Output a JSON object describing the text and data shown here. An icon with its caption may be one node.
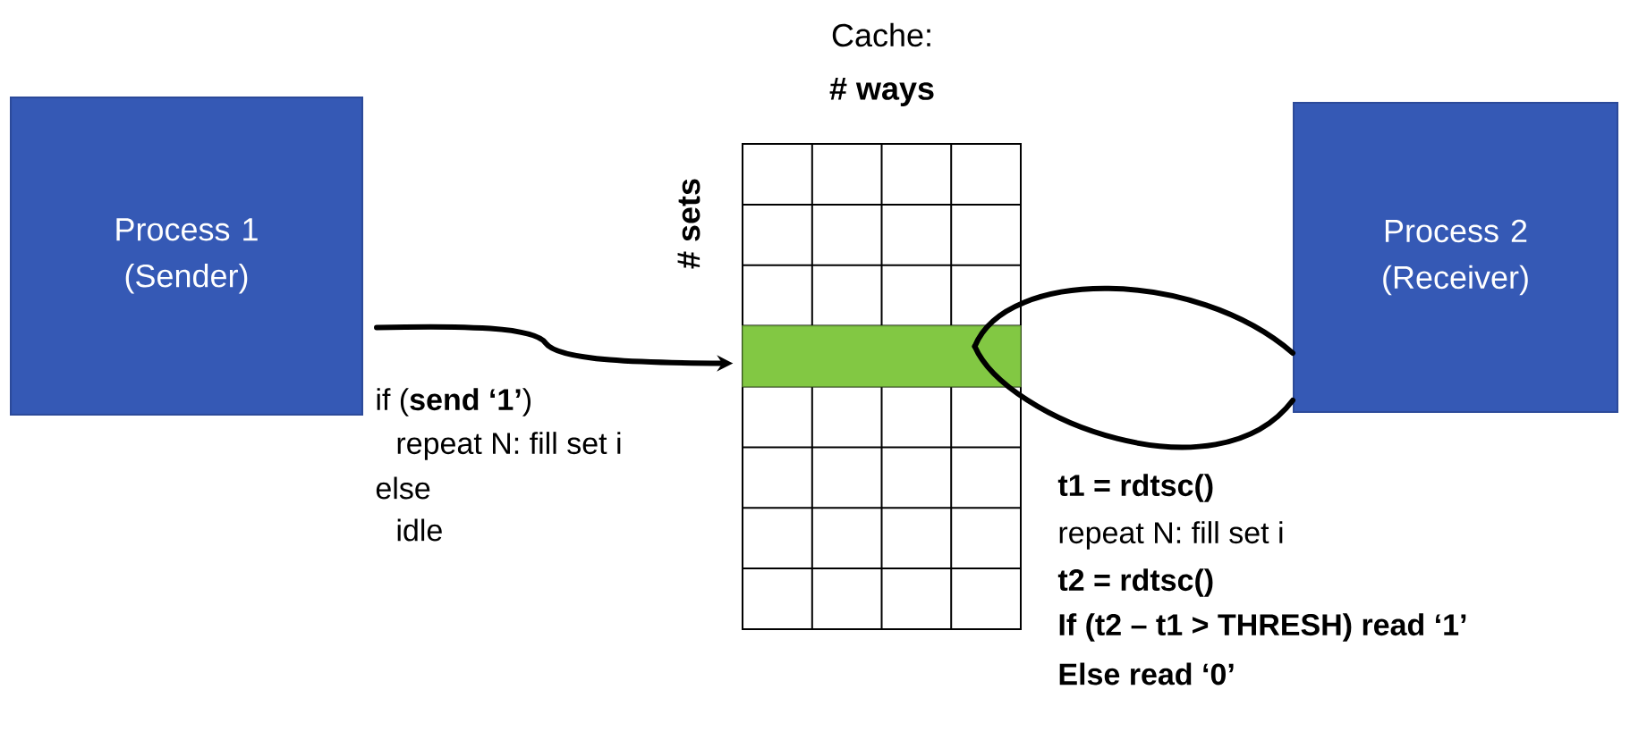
{
  "diagram": {
    "nodes": [
      {
        "text": [
          "Process 1 (Sender)"
        ]
      },
      {
        "text": [
          "Cache:",
          "# ways",
          "# sets"
        ]
      },
      {
        "text": [],
        "shape": "bar",
        "in": 1
      },
      {
        "text": [
          "Process 2 (Receiver)"
        ]
      }
    ],
    "edges": [
      {
        "from": 0,
        "to": 2,
        "arrow": "to"
      },
      {
        "from": 3,
        "to": 2,
        "arrow": "none"
      },
      {
        "from": 2,
        "to": 3,
        "arrow": "none"
      }
    ],
    "labels": [
      "if (**send ‘1’**)",
      "repeat N: fill set i",
      "else",
      "idle",
      "t1 = rdtsc()",
      "repeat N: fill set i",
      "t2 = rdtsc()",
      "If (t2 – t1 > THRESH) read ‘1’",
      "Else read ‘0’"
    ]
  }
}
